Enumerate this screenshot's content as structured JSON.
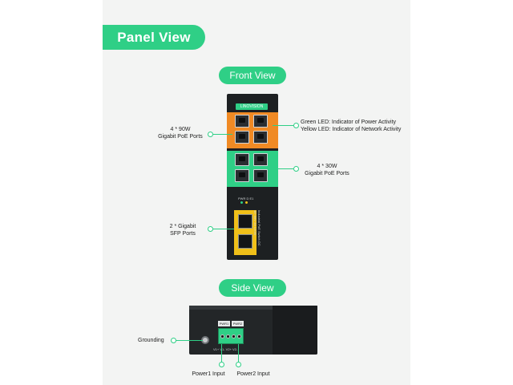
{
  "titles": {
    "main": "Panel View",
    "front": "Front View",
    "side": "Side View"
  },
  "front_device": {
    "brand": "LINOVISION",
    "status_leds": "PWR  D  E1",
    "side_text": "Industrial PoE Switch  DC 48~56V  3A 120W"
  },
  "side_device": {
    "terminal_label_1": "PWR1",
    "terminal_label_2": "PWR2",
    "terminal_pins": "V1+  V1-  V2+  V2-"
  },
  "callouts": {
    "poe90_line1": "4 * 90W",
    "poe90_line2": "Gigabit PoE Ports",
    "led_line1": "Green LED: Indicator of Power Activity",
    "led_line2": "Yellow LED: Indicator of Network Activity",
    "poe30_line1": "4 * 30W",
    "poe30_line2": "Gigabit PoE Ports",
    "sfp_line1": "2 * Gigabit",
    "sfp_line2": "SFP Ports",
    "grounding": "Grounding",
    "power1": "Power1 Input",
    "power2": "Power2 Input"
  },
  "colors": {
    "accent": "#2fcf86",
    "poe90_strip": "#f08a24",
    "sfp_block": "#f0c019",
    "device_body": "#1d2022"
  }
}
